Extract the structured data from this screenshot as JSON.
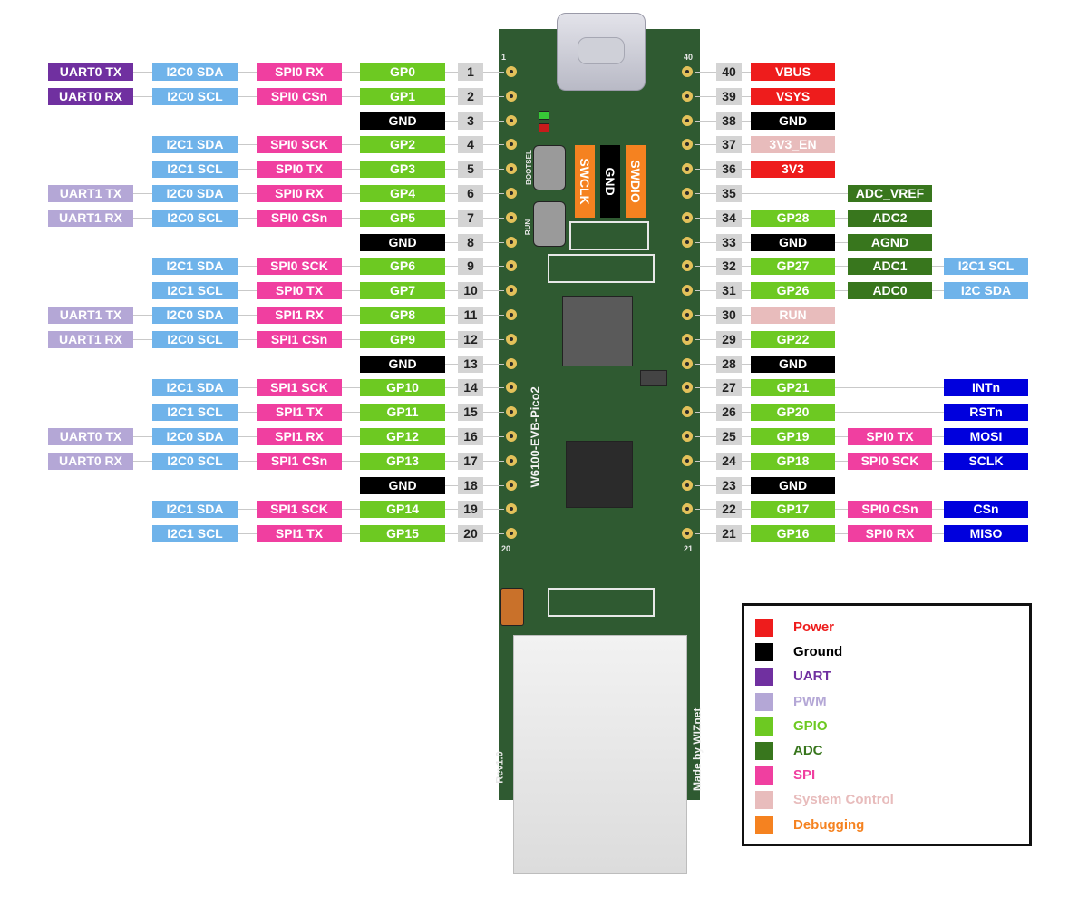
{
  "colors": {
    "uart": "#7030a0",
    "pwm": "#b4a7d6",
    "i2c": "#6fb3ea",
    "spi": "#f03fa0",
    "gpio": "#6dc922",
    "ground": "#000000",
    "power": "#ee1c1c",
    "adc": "#38761d",
    "sysctl": "#e8bcbc",
    "debug": "#f58220",
    "wiznet": "#0000dd"
  },
  "left_pins": [
    {
      "num": "1",
      "labels": [
        {
          "text": "UART0 TX",
          "type": "uart"
        },
        {
          "text": "I2C0 SDA",
          "type": "i2c"
        },
        {
          "text": "SPI0 RX",
          "type": "spi"
        },
        {
          "text": "GP0",
          "type": "gpio"
        }
      ]
    },
    {
      "num": "2",
      "labels": [
        {
          "text": "UART0 RX",
          "type": "uart"
        },
        {
          "text": "I2C0 SCL",
          "type": "i2c"
        },
        {
          "text": "SPI0 CSn",
          "type": "spi"
        },
        {
          "text": "GP1",
          "type": "gpio"
        }
      ]
    },
    {
      "num": "3",
      "labels": [
        {
          "text": "GND",
          "type": "ground"
        }
      ]
    },
    {
      "num": "4",
      "labels": [
        {
          "text": "I2C1 SDA",
          "type": "i2c"
        },
        {
          "text": "SPI0 SCK",
          "type": "spi"
        },
        {
          "text": "GP2",
          "type": "gpio"
        }
      ]
    },
    {
      "num": "5",
      "labels": [
        {
          "text": "I2C1 SCL",
          "type": "i2c"
        },
        {
          "text": "SPI0 TX",
          "type": "spi"
        },
        {
          "text": "GP3",
          "type": "gpio"
        }
      ]
    },
    {
      "num": "6",
      "labels": [
        {
          "text": "UART1 TX",
          "type": "pwm"
        },
        {
          "text": "I2C0 SDA",
          "type": "i2c"
        },
        {
          "text": "SPI0 RX",
          "type": "spi"
        },
        {
          "text": "GP4",
          "type": "gpio"
        }
      ]
    },
    {
      "num": "7",
      "labels": [
        {
          "text": "UART1 RX",
          "type": "pwm"
        },
        {
          "text": "I2C0 SCL",
          "type": "i2c"
        },
        {
          "text": "SPI0 CSn",
          "type": "spi"
        },
        {
          "text": "GP5",
          "type": "gpio"
        }
      ]
    },
    {
      "num": "8",
      "labels": [
        {
          "text": "GND",
          "type": "ground"
        }
      ]
    },
    {
      "num": "9",
      "labels": [
        {
          "text": "I2C1 SDA",
          "type": "i2c"
        },
        {
          "text": "SPI0 SCK",
          "type": "spi"
        },
        {
          "text": "GP6",
          "type": "gpio"
        }
      ]
    },
    {
      "num": "10",
      "labels": [
        {
          "text": "I2C1 SCL",
          "type": "i2c"
        },
        {
          "text": "SPI0 TX",
          "type": "spi"
        },
        {
          "text": "GP7",
          "type": "gpio"
        }
      ]
    },
    {
      "num": "11",
      "labels": [
        {
          "text": "UART1 TX",
          "type": "pwm"
        },
        {
          "text": "I2C0 SDA",
          "type": "i2c"
        },
        {
          "text": "SPI1 RX",
          "type": "spi"
        },
        {
          "text": "GP8",
          "type": "gpio"
        }
      ]
    },
    {
      "num": "12",
      "labels": [
        {
          "text": "UART1 RX",
          "type": "pwm"
        },
        {
          "text": "I2C0 SCL",
          "type": "i2c"
        },
        {
          "text": "SPI1 CSn",
          "type": "spi"
        },
        {
          "text": "GP9",
          "type": "gpio"
        }
      ]
    },
    {
      "num": "13",
      "labels": [
        {
          "text": "GND",
          "type": "ground"
        }
      ]
    },
    {
      "num": "14",
      "labels": [
        {
          "text": "I2C1 SDA",
          "type": "i2c"
        },
        {
          "text": "SPI1 SCK",
          "type": "spi"
        },
        {
          "text": "GP10",
          "type": "gpio"
        }
      ]
    },
    {
      "num": "15",
      "labels": [
        {
          "text": "I2C1 SCL",
          "type": "i2c"
        },
        {
          "text": "SPI1 TX",
          "type": "spi"
        },
        {
          "text": "GP11",
          "type": "gpio"
        }
      ]
    },
    {
      "num": "16",
      "labels": [
        {
          "text": "UART0 TX",
          "type": "pwm"
        },
        {
          "text": "I2C0 SDA",
          "type": "i2c"
        },
        {
          "text": "SPI1 RX",
          "type": "spi"
        },
        {
          "text": "GP12",
          "type": "gpio"
        }
      ]
    },
    {
      "num": "17",
      "labels": [
        {
          "text": "UART0 RX",
          "type": "pwm"
        },
        {
          "text": "I2C0 SCL",
          "type": "i2c"
        },
        {
          "text": "SPI1 CSn",
          "type": "spi"
        },
        {
          "text": "GP13",
          "type": "gpio"
        }
      ]
    },
    {
      "num": "18",
      "labels": [
        {
          "text": "GND",
          "type": "ground"
        }
      ]
    },
    {
      "num": "19",
      "labels": [
        {
          "text": "I2C1 SDA",
          "type": "i2c"
        },
        {
          "text": "SPI1 SCK",
          "type": "spi"
        },
        {
          "text": "GP14",
          "type": "gpio"
        }
      ]
    },
    {
      "num": "20",
      "labels": [
        {
          "text": "I2C1 SCL",
          "type": "i2c"
        },
        {
          "text": "SPI1 TX",
          "type": "spi"
        },
        {
          "text": "GP15",
          "type": "gpio"
        }
      ]
    }
  ],
  "right_pins": [
    {
      "num": "40",
      "labels": [
        {
          "text": "VBUS",
          "type": "power"
        }
      ]
    },
    {
      "num": "39",
      "labels": [
        {
          "text": "VSYS",
          "type": "power"
        }
      ]
    },
    {
      "num": "38",
      "labels": [
        {
          "text": "GND",
          "type": "ground"
        }
      ]
    },
    {
      "num": "37",
      "labels": [
        {
          "text": "3V3_EN",
          "type": "sysctl"
        }
      ]
    },
    {
      "num": "36",
      "labels": [
        {
          "text": "3V3",
          "type": "power"
        }
      ]
    },
    {
      "num": "35",
      "labels": [
        {
          "text": "",
          "type": "none"
        },
        {
          "text": "ADC_VREF",
          "type": "adc"
        }
      ]
    },
    {
      "num": "34",
      "labels": [
        {
          "text": "GP28",
          "type": "gpio"
        },
        {
          "text": "ADC2",
          "type": "adc"
        }
      ]
    },
    {
      "num": "33",
      "labels": [
        {
          "text": "GND",
          "type": "ground"
        },
        {
          "text": "AGND",
          "type": "adc"
        }
      ]
    },
    {
      "num": "32",
      "labels": [
        {
          "text": "GP27",
          "type": "gpio"
        },
        {
          "text": "ADC1",
          "type": "adc"
        },
        {
          "text": "I2C1 SCL",
          "type": "i2c"
        }
      ]
    },
    {
      "num": "31",
      "labels": [
        {
          "text": "GP26",
          "type": "gpio"
        },
        {
          "text": "ADC0",
          "type": "adc"
        },
        {
          "text": "I2C SDA",
          "type": "i2c"
        }
      ]
    },
    {
      "num": "30",
      "labels": [
        {
          "text": "RUN",
          "type": "sysctl"
        }
      ]
    },
    {
      "num": "29",
      "labels": [
        {
          "text": "GP22",
          "type": "gpio"
        }
      ]
    },
    {
      "num": "28",
      "labels": [
        {
          "text": "GND",
          "type": "ground"
        }
      ]
    },
    {
      "num": "27",
      "labels": [
        {
          "text": "GP21",
          "type": "gpio"
        },
        {
          "text": "",
          "type": "none"
        },
        {
          "text": "INTn",
          "type": "wiznet"
        }
      ]
    },
    {
      "num": "26",
      "labels": [
        {
          "text": "GP20",
          "type": "gpio"
        },
        {
          "text": "",
          "type": "none"
        },
        {
          "text": "RSTn",
          "type": "wiznet"
        }
      ]
    },
    {
      "num": "25",
      "labels": [
        {
          "text": "GP19",
          "type": "gpio"
        },
        {
          "text": "SPI0 TX",
          "type": "spi"
        },
        {
          "text": "MOSI",
          "type": "wiznet"
        }
      ]
    },
    {
      "num": "24",
      "labels": [
        {
          "text": "GP18",
          "type": "gpio"
        },
        {
          "text": "SPI0 SCK",
          "type": "spi"
        },
        {
          "text": "SCLK",
          "type": "wiznet"
        }
      ]
    },
    {
      "num": "23",
      "labels": [
        {
          "text": "GND",
          "type": "ground"
        }
      ]
    },
    {
      "num": "22",
      "labels": [
        {
          "text": "GP17",
          "type": "gpio"
        },
        {
          "text": "SPI0 CSn",
          "type": "spi"
        },
        {
          "text": "CSn",
          "type": "wiznet"
        }
      ]
    },
    {
      "num": "21",
      "labels": [
        {
          "text": "GP16",
          "type": "gpio"
        },
        {
          "text": "SPI0 RX",
          "type": "spi"
        },
        {
          "text": "MISO",
          "type": "wiznet"
        }
      ]
    }
  ],
  "debug_pins": [
    {
      "text": "SWCLK",
      "type": "debug"
    },
    {
      "text": "GND",
      "type": "ground"
    },
    {
      "text": "SWDIO",
      "type": "debug"
    }
  ],
  "board_text": {
    "name": "W6100-EVB-Pico2",
    "made_by": "Made by WIZnet",
    "rev": "Rev1.0",
    "bootsel": "BOOTSEL",
    "run": "RUN",
    "corner_1": "1",
    "corner_40": "40",
    "corner_20": "20",
    "corner_21": "21"
  },
  "legend": [
    {
      "text": "Power",
      "type": "power"
    },
    {
      "text": "Ground",
      "type": "ground"
    },
    {
      "text": "UART",
      "type": "uart"
    },
    {
      "text": "PWM",
      "type": "pwm"
    },
    {
      "text": "GPIO",
      "type": "gpio"
    },
    {
      "text": "ADC",
      "type": "adc"
    },
    {
      "text": "SPI",
      "type": "spi"
    },
    {
      "text": "System Control",
      "type": "sysctl"
    },
    {
      "text": "Debugging",
      "type": "debug"
    }
  ]
}
